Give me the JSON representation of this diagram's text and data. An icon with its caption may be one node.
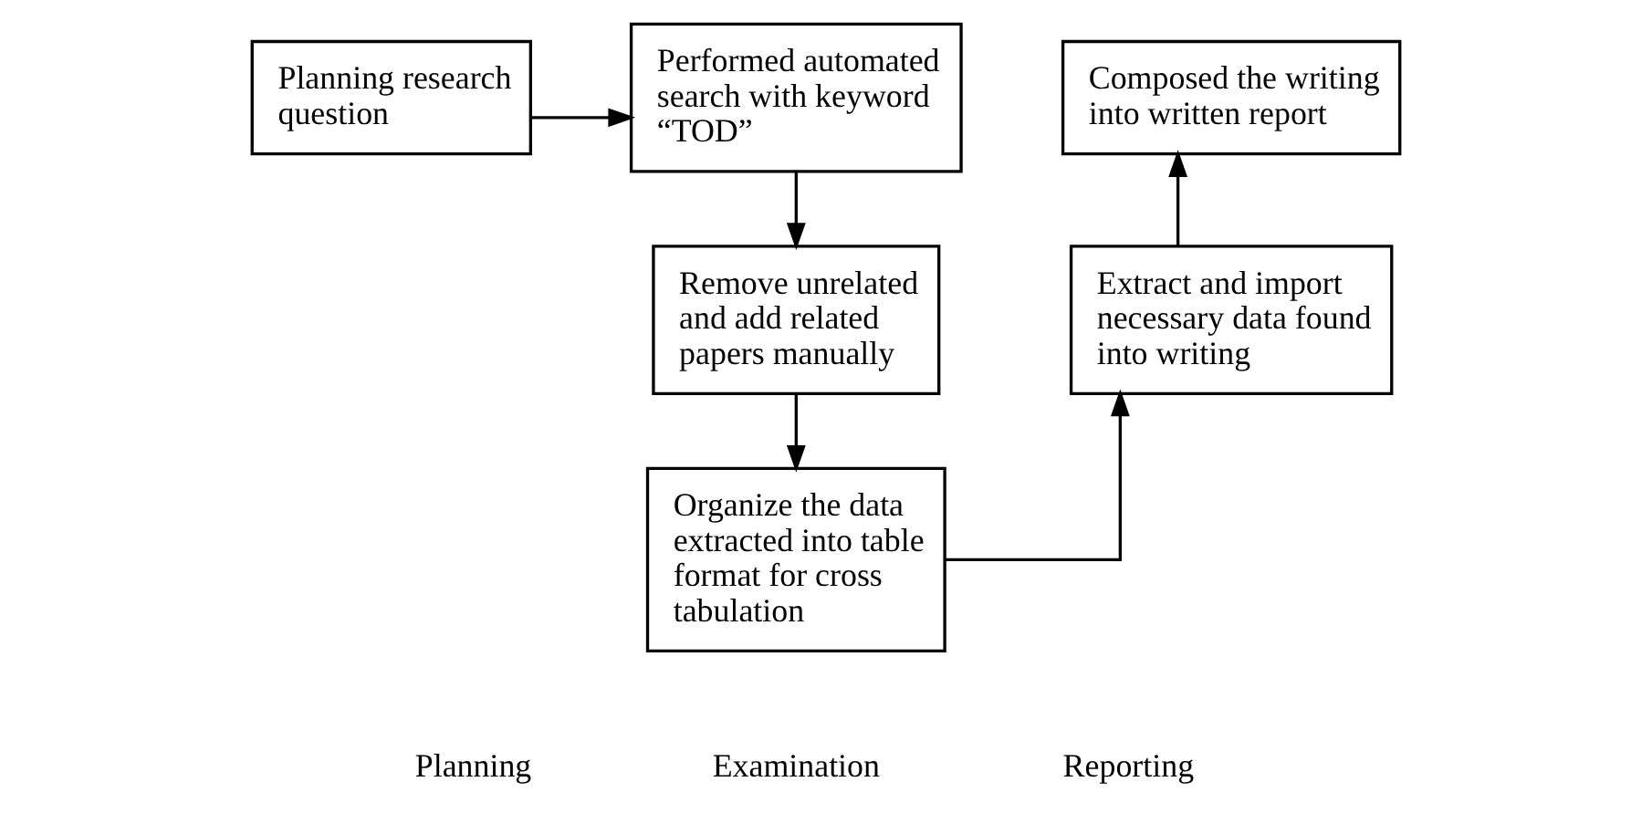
{
  "diagram": {
    "nodes": [
      {
        "text": [
          "Planning research question"
        ]
      },
      {
        "text": [
          "Performed automated search with keyword “TOD”"
        ]
      },
      {
        "text": [
          "Remove unrelated and add related papers manually"
        ]
      },
      {
        "text": [
          "Organize the data extracted into table format for cross tabulation"
        ]
      },
      {
        "text": [
          "Extract and import necessary data found into writing"
        ]
      },
      {
        "text": [
          "Composed the writing into written report"
        ]
      }
    ],
    "edges": [
      {
        "from": 0,
        "to": 1,
        "arrow": "to"
      },
      {
        "from": 1,
        "to": 2,
        "arrow": "to"
      },
      {
        "from": 2,
        "to": 3,
        "arrow": "to"
      },
      {
        "from": 3,
        "to": 4,
        "arrow": "to"
      },
      {
        "from": 4,
        "to": 5,
        "arrow": "to"
      }
    ],
    "labels": [
      "Planning",
      "Examination",
      "Reporting"
    ]
  }
}
